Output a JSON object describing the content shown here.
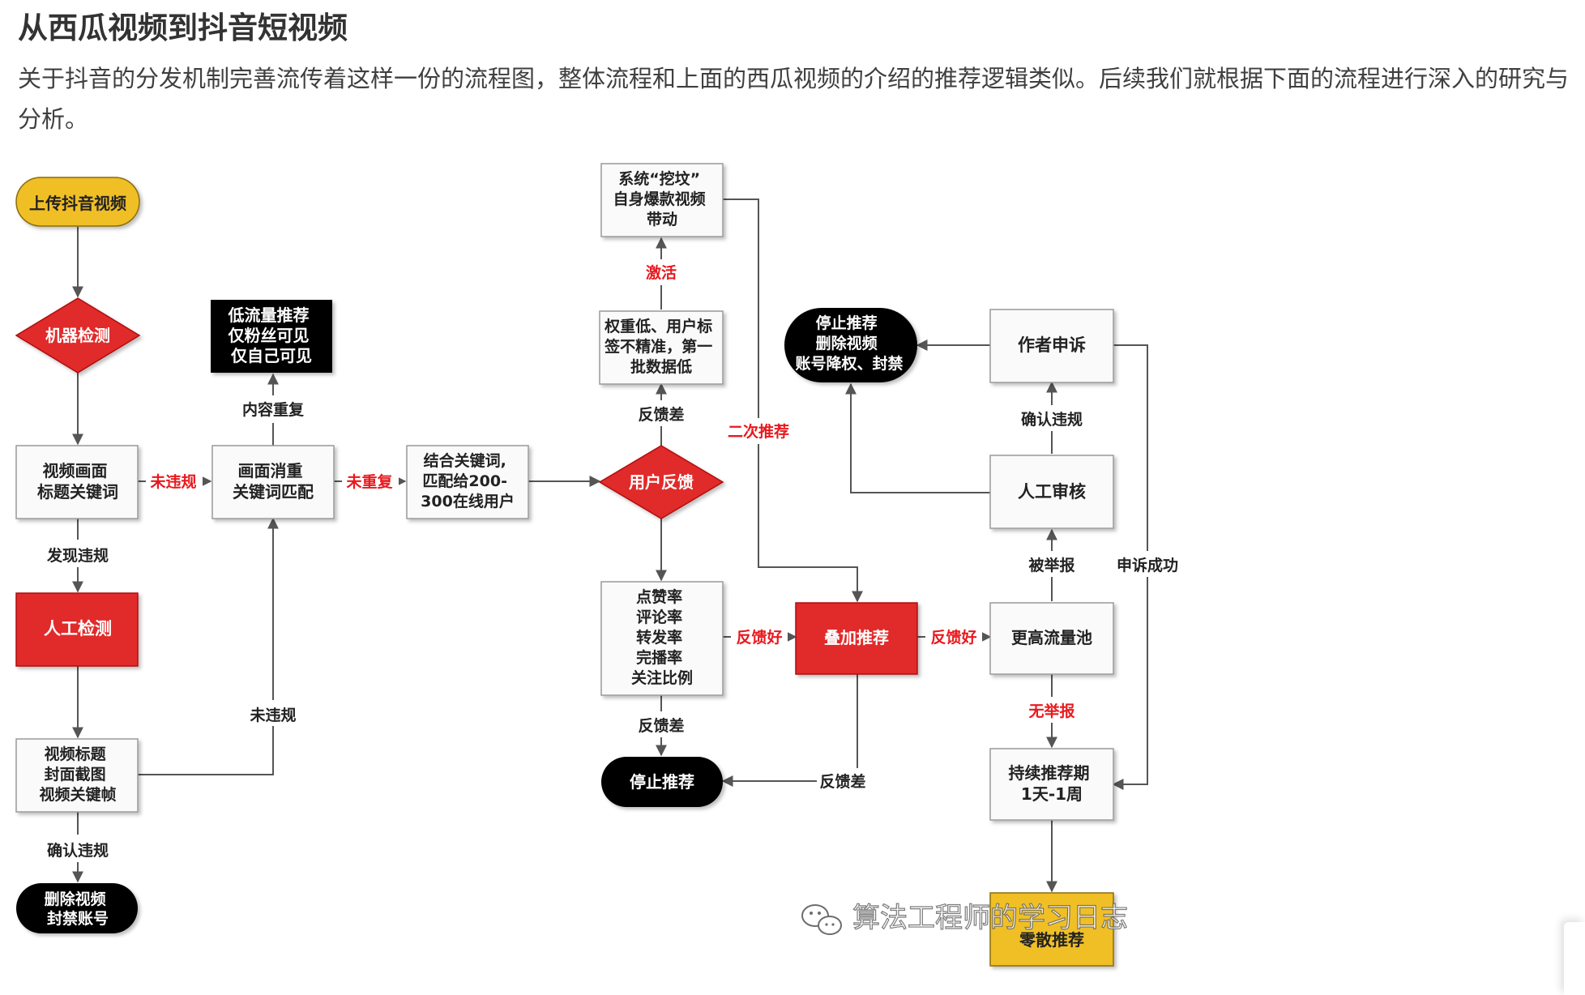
{
  "article": {
    "title": "从西瓜视频到抖音短视频",
    "paragraph": "关于抖音的分发机制完善流传着这样一份的流程图，整体流程和上面的西瓜视频的介绍的推荐逻辑类似。后续我们就根据下面的流程进行深入的研究与分析。"
  },
  "colors": {
    "red": "#e12a2a",
    "yellow": "#f0bf28",
    "black": "#000000",
    "box_fill": "#fafafa",
    "box_border": "#9a9a9a",
    "line": "#555555",
    "label_red": "#e8191e"
  },
  "flow": {
    "upload": "上传抖音视频",
    "machine_check": "机器检测",
    "video_keywords": [
      "视频画面",
      "标题关键词"
    ],
    "manual_check": "人工检测",
    "title_cover": [
      "视频标题",
      "封面截图",
      "视频关键帧"
    ],
    "delete_ban": [
      "删除视频",
      "封禁账号"
    ],
    "low_traffic": [
      "低流量推荐",
      "仅粉丝可见",
      "仅自己可见"
    ],
    "dedupe": [
      "画面消重",
      "关键词匹配"
    ],
    "match_users": [
      "结合关键词,",
      "匹配给200-",
      "300在线用户"
    ],
    "user_feedback": "用户反馈",
    "weight_low": [
      "权重低、用户标",
      "签不精准，第一",
      "批数据低"
    ],
    "system_dig": [
      "系统“挖坟”",
      "自身爆款视频",
      "带动"
    ],
    "metrics": [
      "点赞率",
      "评论率",
      "转发率",
      "完播率",
      "关注比例"
    ],
    "stop_recommend": "停止推荐",
    "stack_recommend": "叠加推荐",
    "higher_pool": "更高流量池",
    "stop_delete": [
      "停止推荐",
      "删除视频",
      "账号降权、封禁"
    ],
    "appeal": "作者申诉",
    "manual_review": "人工审核",
    "sustained": [
      "持续推荐期",
      "1天-1周"
    ],
    "scattered": [
      "零散推荐"
    ]
  },
  "labels": {
    "found_violation": "发现违规",
    "confirm_violation_left": "确认违规",
    "no_violation_1": "未违规",
    "no_violation_2": "未违规",
    "content_duplicate": "内容重复",
    "not_duplicate": "未重复",
    "feedback_bad_up": "反馈差",
    "activate": "激活",
    "second_recommend": "二次推荐",
    "feedback_bad_down": "反馈差",
    "feedback_good_1": "反馈好",
    "feedback_good_2": "反馈好",
    "feedback_bad_stack": "反馈差",
    "reported": "被举报",
    "confirm_violation_right": "确认违规",
    "appeal_success": "申诉成功",
    "no_report": "无举报"
  },
  "watermark": {
    "text": "算法工程师的学习日志",
    "icon": "wechat-icon"
  }
}
